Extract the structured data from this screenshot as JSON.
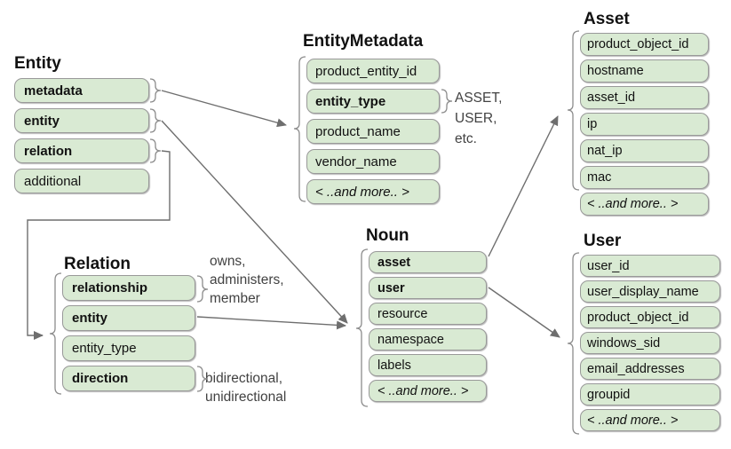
{
  "boxes": {
    "entity": {
      "title": "Entity",
      "rows": [
        "metadata",
        "entity",
        "relation",
        "additional"
      ]
    },
    "entity_metadata": {
      "title": "EntityMetadata",
      "rows": [
        "product_entity_id",
        "entity_type",
        "product_name",
        "vendor_name",
        "< ..and more.. >"
      ]
    },
    "asset": {
      "title": "Asset",
      "rows": [
        "product_object_id",
        "hostname",
        "asset_id",
        "ip",
        "nat_ip",
        "mac",
        "< ..and more.. >"
      ]
    },
    "user": {
      "title": "User",
      "rows": [
        "user_id",
        "user_display_name",
        "product_object_id",
        "windows_sid",
        "email_addresses",
        "groupid",
        "< ..and more.. >"
      ]
    },
    "noun": {
      "title": "Noun",
      "rows": [
        "asset",
        "user",
        "resource",
        "namespace",
        "labels",
        "< ..and more.. >"
      ]
    },
    "relation": {
      "title": "Relation",
      "rows": [
        "relationship",
        "entity",
        "entity_type",
        "direction"
      ]
    }
  },
  "annotations": {
    "entity_type_values": "ASSET,\nUSER,\netc.",
    "relationship_values": "owns,\nadministers,\nmember",
    "direction_values": "bidirectional,\nunidirectional"
  },
  "colors": {
    "field_fill": "#d9ead3",
    "field_border": "#999999",
    "connector": "#6e6e6e",
    "brace": "#8c8c8c",
    "text": "#111111",
    "annotation_text": "#424242"
  }
}
